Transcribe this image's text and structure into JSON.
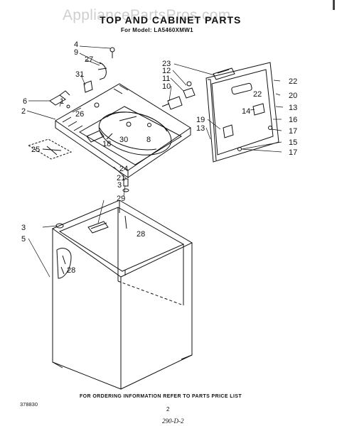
{
  "watermark": "AppliancePartsPros.com",
  "title": "TOP AND CABINET PARTS",
  "model_line": "For Model: LA5460XMW1",
  "ordering_note": "FOR ORDERING INFORMATION REFER TO PARTS PRICE LIST",
  "doc_code": "378830",
  "page_number": "2",
  "handwritten": "290-D-2",
  "callouts": [
    "1",
    "2",
    "3",
    "3",
    "3",
    "4",
    "5",
    "6",
    "8",
    "9",
    "10",
    "11",
    "12",
    "13",
    "13",
    "14",
    "15",
    "16",
    "17",
    "17",
    "18",
    "19",
    "20",
    "21",
    "22",
    "22",
    "23",
    "24",
    "25",
    "26",
    "27",
    "28",
    "28",
    "29",
    "30",
    "31"
  ]
}
